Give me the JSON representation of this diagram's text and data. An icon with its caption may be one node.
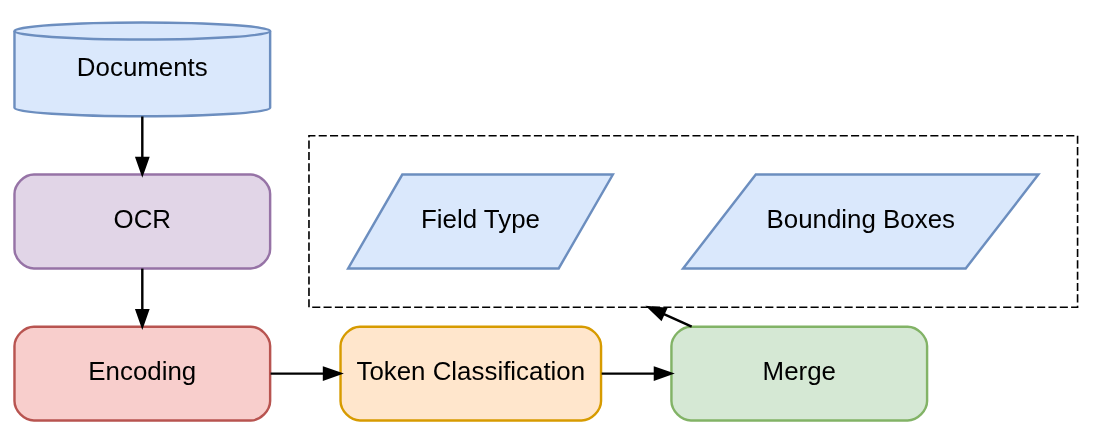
{
  "diagram": {
    "nodes": [
      {
        "text": [
          "Documents"
        ]
      },
      {
        "text": [
          "OCR"
        ]
      },
      {
        "text": [
          "Encoding"
        ]
      },
      {
        "text": [
          "Token Classification"
        ]
      },
      {
        "text": [
          "Merge"
        ]
      },
      {
        "text": [],
        "shape": "box"
      },
      {
        "text": [
          "Field Type"
        ],
        "in": 5
      },
      {
        "text": [
          "Bounding Boxes"
        ],
        "in": 5
      }
    ],
    "edges": [
      {
        "from": 0,
        "to": 1,
        "arrow": "to"
      },
      {
        "from": 1,
        "to": 2,
        "arrow": "to"
      },
      {
        "from": 2,
        "to": 3,
        "arrow": "to"
      },
      {
        "from": 3,
        "to": 4,
        "arrow": "to"
      },
      {
        "from": 4,
        "to": 5,
        "arrow": "to"
      }
    ]
  }
}
